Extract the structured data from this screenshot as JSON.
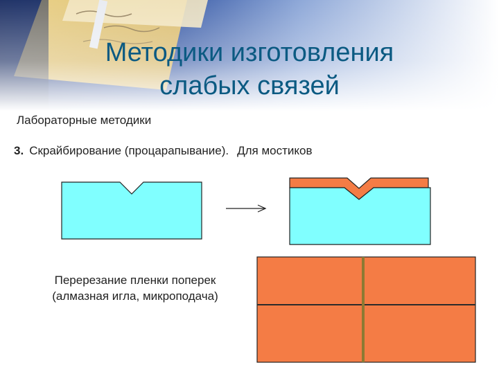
{
  "slide": {
    "title_line1": "Методики изготовления",
    "title_line2": "слабых связей",
    "subtitle": "Лабораторные методики",
    "step_number": "3.",
    "step_text": "Скрайбирование (процарапывание).",
    "step_note": "Для мостиков",
    "caption_line1": "Перерезание пленки поперек",
    "caption_line2": "(алмазная игла, микроподача)"
  },
  "colors": {
    "title": "#0b5a82",
    "substrate": "#80ffff",
    "film": "#f47c45",
    "scribe_line": "#8c7a33",
    "outline": "#222222"
  }
}
